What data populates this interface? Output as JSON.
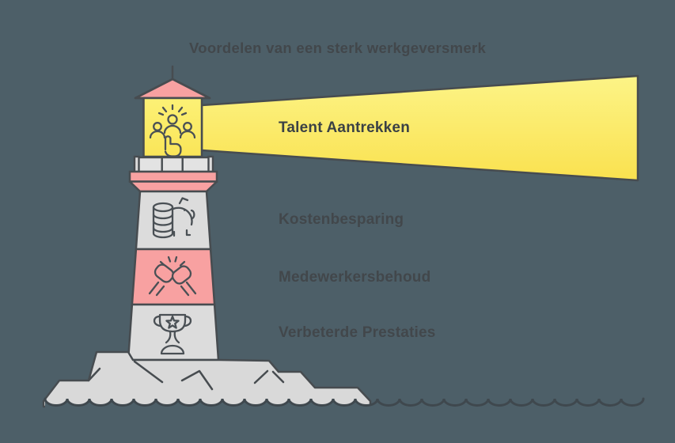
{
  "title": "Voordelen van een sterk werkgeversmerk",
  "benefits": [
    {
      "label": "Talent Aantrekken",
      "icon": "talent-selection-icon",
      "placement": "inside-light-beam"
    },
    {
      "label": "Kostenbesparing",
      "icon": "piggy-bank-icon",
      "placement": "right-of-tower"
    },
    {
      "label": "Medewerkersbehoud",
      "icon": "fist-bump-icon",
      "placement": "right-of-tower"
    },
    {
      "label": "Verbeterde Prestaties",
      "icon": "trophy-icon",
      "placement": "right-of-tower"
    }
  ],
  "scene": {
    "illustration": "lighthouse-on-rocks-over-sea",
    "elements": [
      "antenna-mast",
      "roof",
      "lamp-room",
      "light-beam",
      "gallery-railing",
      "tower",
      "rocks",
      "sea-waves"
    ]
  },
  "colors": {
    "background": "#4D5F68",
    "outline": "#474C50",
    "pink": "#F8A1A1",
    "beam_yellow_top": "#FCF487",
    "beam_yellow_bottom": "#FAE14F",
    "lamp_yellow": "#FBEC64",
    "light_gray": "#DCDCDC",
    "rock_gray": "#D9D9D9",
    "text": "#42474B",
    "sea_line": "#3F484E"
  }
}
